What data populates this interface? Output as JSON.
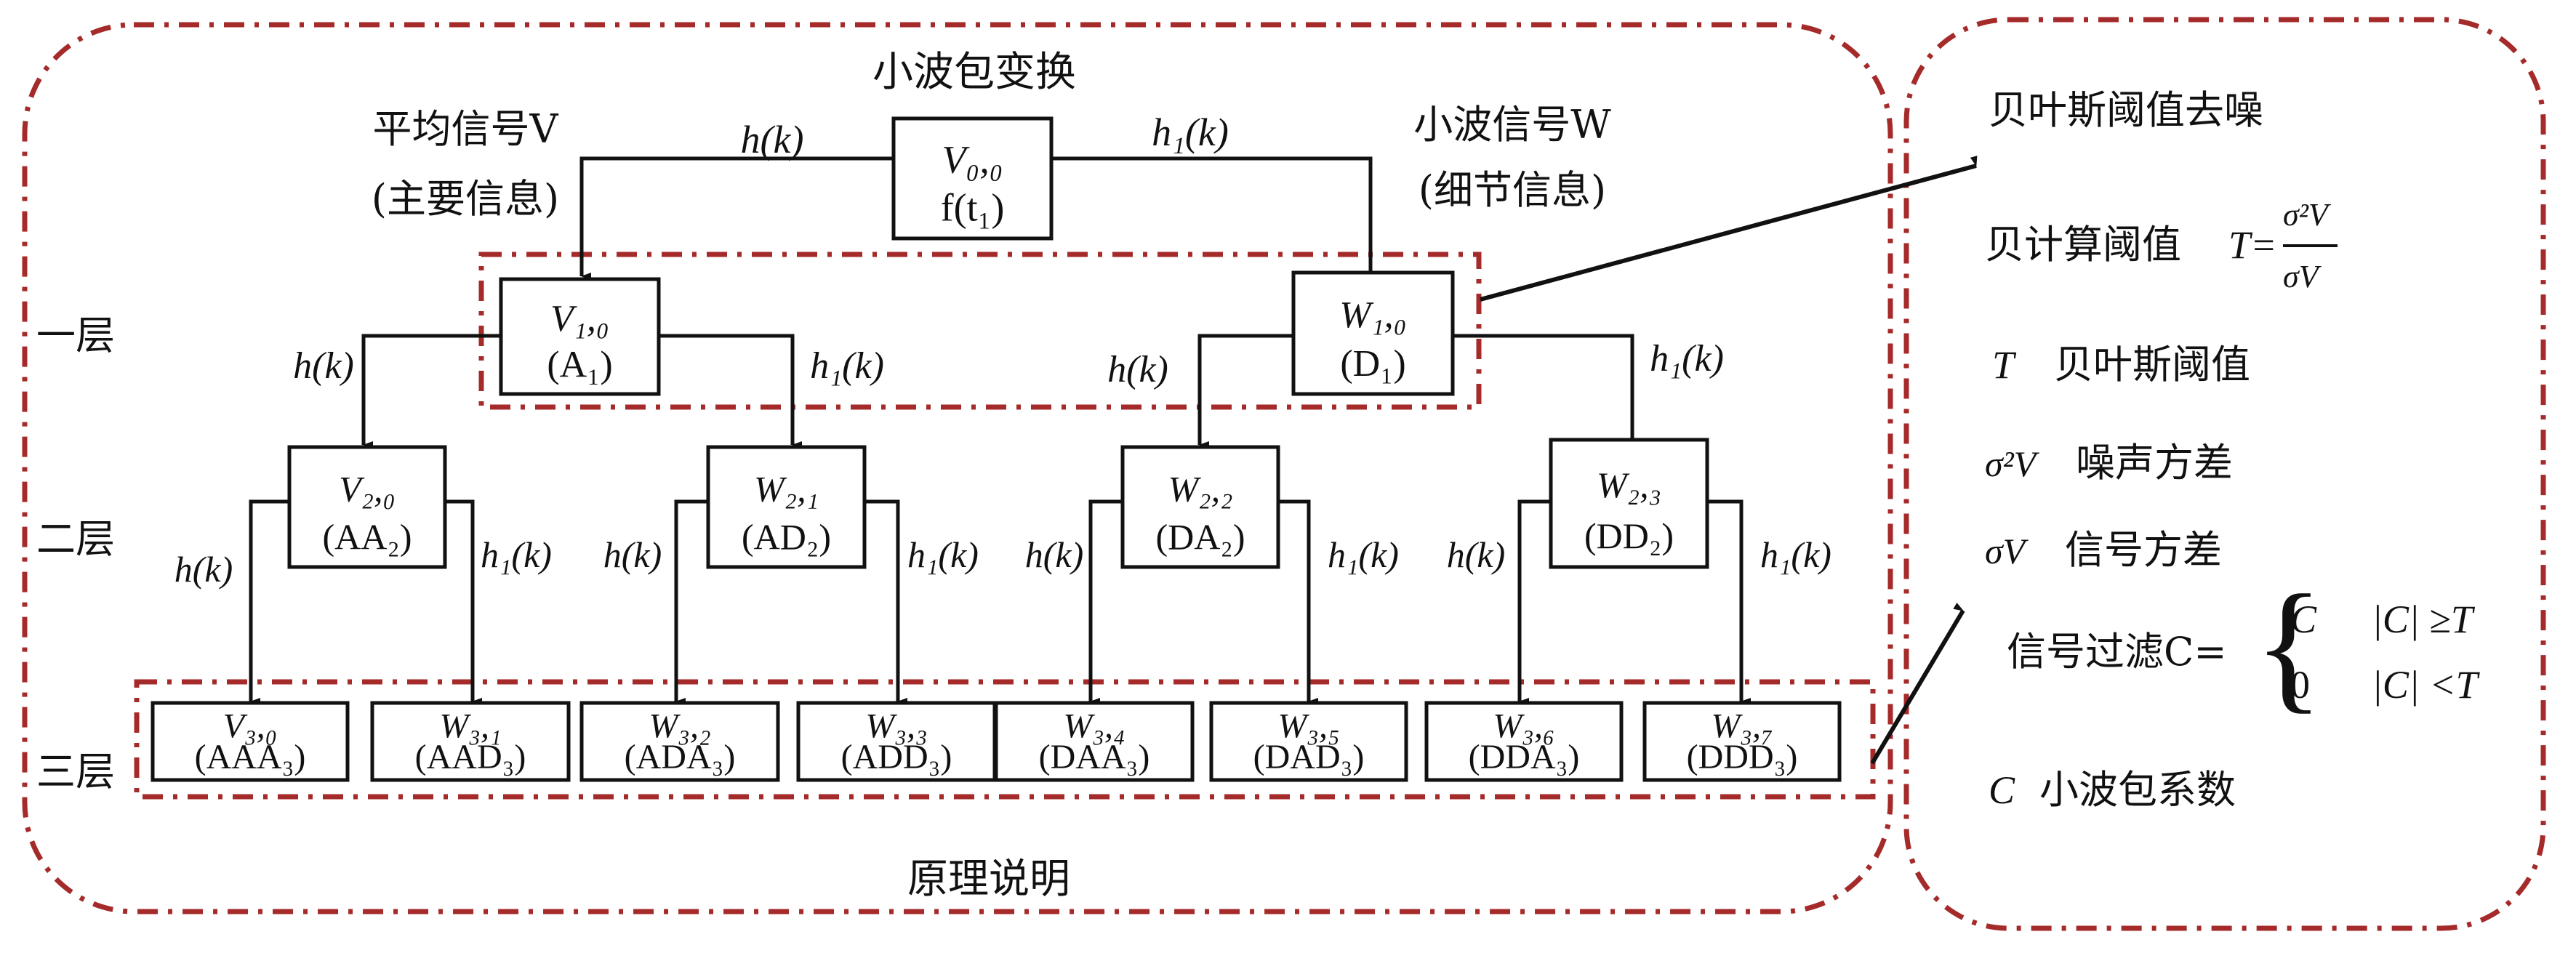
{
  "colors": {
    "frame": "#a52a2a",
    "ink": "#111111"
  },
  "main": {
    "title": "小波包变换",
    "caption": "原理说明",
    "left_label": {
      "line1": "平均信号V",
      "line2": "(主要信息)"
    },
    "right_label": {
      "line1": "小波信号W",
      "line2": "(细节信息)"
    },
    "layers": [
      "一层",
      "二层",
      "三层"
    ],
    "filters": {
      "low": "h(k)",
      "high": "h₁(k)"
    },
    "root": {
      "top": "V₀,₀",
      "bottom": "f(t₁)"
    },
    "level1": [
      {
        "top": "V₁,₀",
        "bottom": "(A₁)"
      },
      {
        "top": "W₁,₀",
        "bottom": "(D₁)"
      }
    ],
    "level2": [
      {
        "top": "V₂,₀",
        "bottom": "(AA₂)"
      },
      {
        "top": "W₂,₁",
        "bottom": "(AD₂)"
      },
      {
        "top": "W₂,₂",
        "bottom": "(DA₂)"
      },
      {
        "top": "W₂,₃",
        "bottom": "(DD₂)"
      }
    ],
    "level3": [
      {
        "top": "V₃,₀",
        "bottom": "(AAA₃)"
      },
      {
        "top": "W₃,₁",
        "bottom": "(AAD₃)"
      },
      {
        "top": "W₃,₂",
        "bottom": "(ADA₃)"
      },
      {
        "top": "W₃,₃",
        "bottom": "(ADD₃)"
      },
      {
        "top": "W₃,₄",
        "bottom": "(DAA₃)"
      },
      {
        "top": "W₃,₅",
        "bottom": "(DAD₃)"
      },
      {
        "top": "W₃,₆",
        "bottom": "(DDA₃)"
      },
      {
        "top": "W₃,₇",
        "bottom": "(DDD₃)"
      }
    ]
  },
  "panel": {
    "title": "贝叶斯阈值去噪",
    "calc_label": "贝计算阈值",
    "calc_formula_lhs": "T=",
    "calc_num": "σ²V",
    "calc_den": "σV",
    "items": [
      {
        "symbol": "T",
        "desc": "贝叶斯阈值"
      },
      {
        "symbol": "σ²V",
        "desc": "噪声方差"
      },
      {
        "symbol": "σV",
        "desc": "信号方差"
      }
    ],
    "filter_label": "信号过滤C=",
    "cases": [
      {
        "value": "C",
        "condition": "|C| ≥T"
      },
      {
        "value": "0",
        "condition": "|C| <T"
      }
    ],
    "coef": {
      "symbol": "C",
      "desc": "小波包系数"
    }
  }
}
